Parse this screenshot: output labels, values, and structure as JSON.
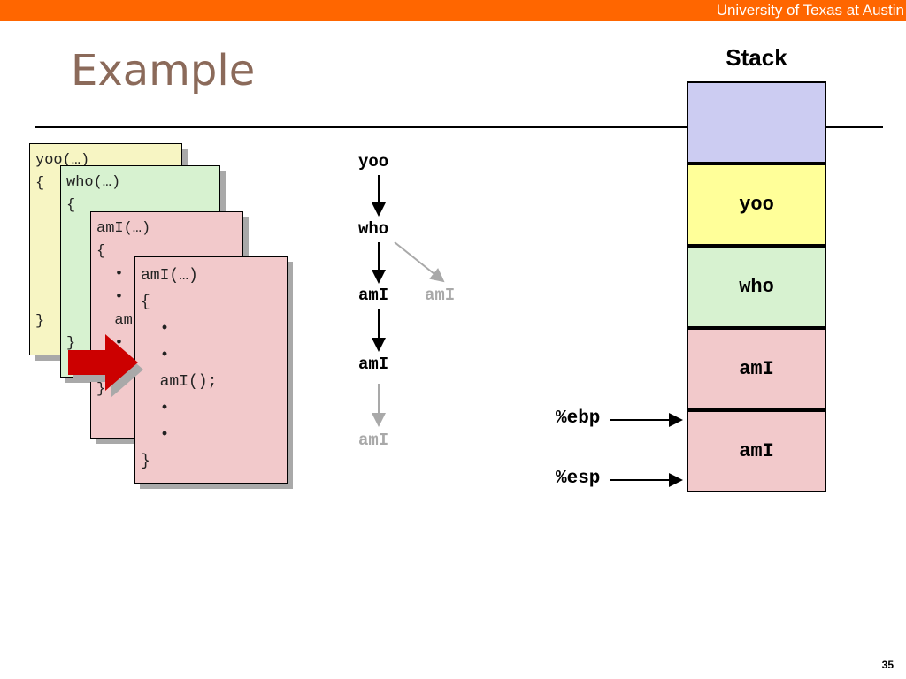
{
  "header": {
    "institution": "University of Texas at Austin"
  },
  "slide": {
    "title": "Example",
    "page_number": "35"
  },
  "code_cards": [
    {
      "lines": [
        "yoo(…)",
        "{",
        "",
        "",
        "",
        "",
        "",
        "}"
      ]
    },
    {
      "lines": [
        "who(…)",
        "{",
        "",
        "",
        "",
        "",
        "",
        "}"
      ]
    },
    {
      "lines": [
        "amI(…)",
        "{",
        "  •",
        "  •",
        "  amI();",
        "  •",
        "  •",
        "}"
      ]
    },
    {
      "lines": [
        "amI(…)",
        "{",
        "  •",
        "  •",
        "  amI();",
        "  •",
        "  •",
        "}"
      ]
    }
  ],
  "call_chain": {
    "yoo": "yoo",
    "who": "who",
    "ami_1": "amI",
    "ami_side": "amI",
    "ami_2": "amI",
    "ami_3": "amI"
  },
  "stack": {
    "title": "Stack",
    "frames": [
      "",
      "yoo",
      "who",
      "amI",
      "amI"
    ],
    "colors": [
      "#ccccf2",
      "#ffff99",
      "#d7f2d0",
      "#f2c9cb",
      "#f2c9cb"
    ]
  },
  "registers": {
    "ebp": "%ebp",
    "esp": "%esp"
  },
  "colors": {
    "topbar": "#ff6600",
    "arrow": "#cc0000",
    "gray": "#a9a9a9"
  }
}
